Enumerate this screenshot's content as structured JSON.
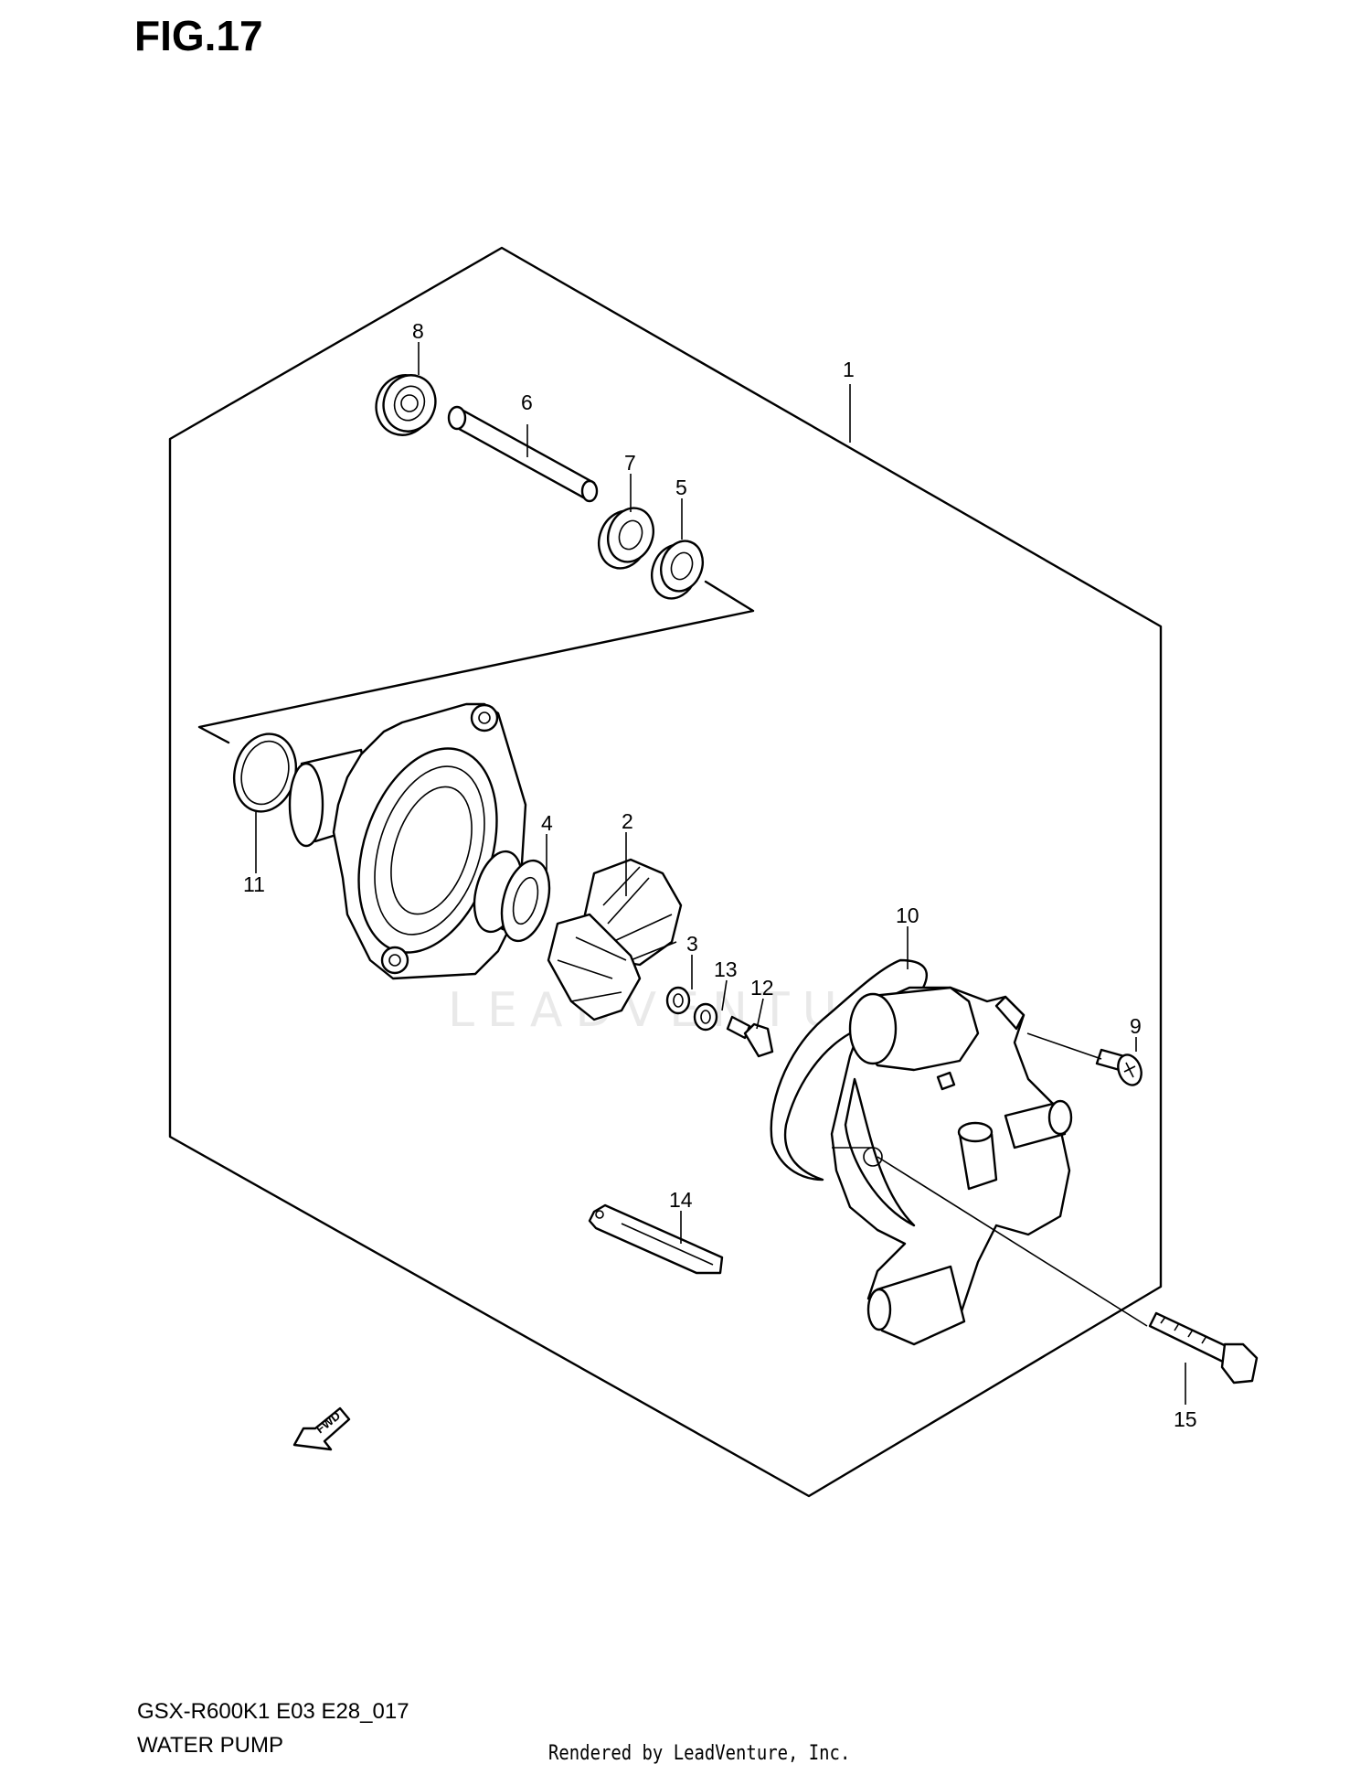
{
  "header": {
    "title": "FIG.17"
  },
  "footer": {
    "model_code": "GSX-R600K1 E03 E28_017",
    "diagram_name": "WATER PUMP",
    "credit": "Rendered by LeadVenture, Inc."
  },
  "watermark": {
    "text": "LEADVENTURE"
  },
  "direction_marker": {
    "label": "FWD"
  },
  "callouts": {
    "c1": "1",
    "c2": "2",
    "c3": "3",
    "c4": "4",
    "c5": "5",
    "c6": "6",
    "c7": "7",
    "c8": "8",
    "c9": "9",
    "c10": "10",
    "c11": "11",
    "c12": "12",
    "c13": "13",
    "c14": "14",
    "c15": "15"
  },
  "colors": {
    "line": "#000000",
    "background": "#ffffff",
    "watermark": "#e9e9e9"
  }
}
